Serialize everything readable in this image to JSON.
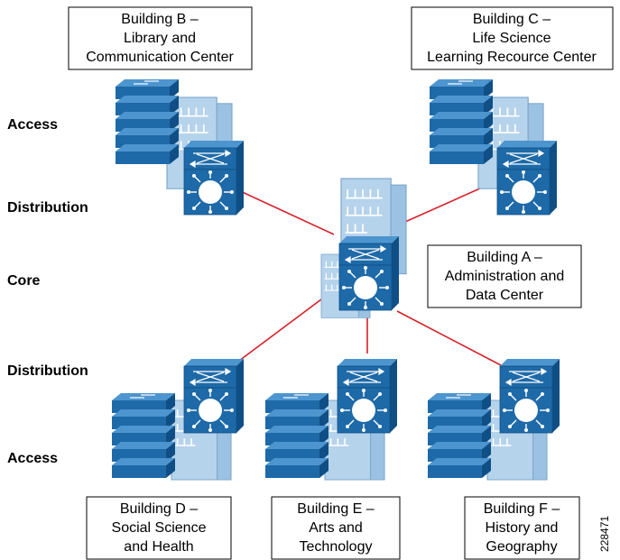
{
  "colors": {
    "switch_body": "#1e6aa8",
    "switch_dark": "#0f4f86",
    "switch_light": "#4d95cf",
    "building": "#b6d3ec",
    "building_edge": "#7ea8cc",
    "link": "#d8202a"
  },
  "layers": {
    "access_top": "Access",
    "distribution_top": "Distribution",
    "core": "Core",
    "distribution_bottom": "Distribution",
    "access_bottom": "Access"
  },
  "buildings": {
    "a": {
      "line1": "Building A –",
      "line2": "Administration and",
      "line3": "Data Center"
    },
    "b": {
      "line1": "Building B –",
      "line2": "Library and",
      "line3": "Communication Center"
    },
    "c": {
      "line1": "Building C –",
      "line2": "Life Science",
      "line3": "Learning Recource Center"
    },
    "d": {
      "line1": "Building D –",
      "line2": "Social Science",
      "line3": "and Health"
    },
    "e": {
      "line1": "Building E –",
      "line2": "Arts and",
      "line3": "Technology"
    },
    "f": {
      "line1": "Building F –",
      "line2": "History and",
      "line3": "Geography"
    }
  },
  "figure_id": "228471",
  "icons": {
    "access_switch": "access-switch-stack-icon",
    "multilayer_switch": "multilayer-switch-icon",
    "building": "building-icon"
  }
}
